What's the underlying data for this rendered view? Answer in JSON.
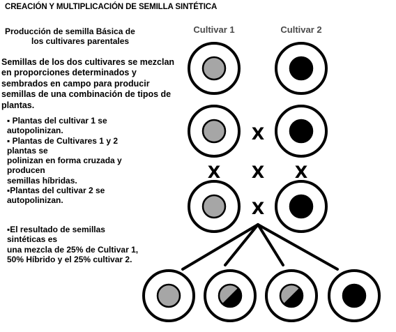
{
  "title": "CREACIÓN Y MULTIPLICACIÓN DE SEMILLA SINTÉTICA",
  "subtitle": [
    "Producción de semilla Básica de",
    "los cultivares parentales"
  ],
  "description": [
    "Semillas de los dos cultivares se mezclan",
    "en proporciones determinados y",
    "sembrados en campo para producir",
    "semillas de una combinación de tipos de",
    "plantas."
  ],
  "bullets": [
    "▪ Plantas del cultivar 1 se",
    "autopolinizan.",
    "▪ Plantas de Cultivares 1 y 2",
    "plantas se",
    "polinizan en forma cruzada y",
    "producen",
    "semillas híbridas.",
    "▪Plantas del cultivar 2 se",
    "autopolinizan."
  ],
  "result": [
    "▪El resultado de semillas",
    "sintéticas es",
    " una mezcla de 25% de Cultivar 1,",
    " 50% Híbrido y el 25% cultivar 2."
  ],
  "diagram": {
    "column_labels": [
      "Cultivar 1",
      "Cultivar 2"
    ],
    "cross_symbol": "X",
    "colors": {
      "cultivar1": "#a6a6a6",
      "cultivar2": "#000000",
      "ring": "#000000"
    },
    "parent_rows": [
      {
        "left": "cultivar1",
        "right": "cultivar2",
        "cross": false
      },
      {
        "left": "cultivar1",
        "right": "cultivar2",
        "cross": true
      },
      {
        "left": "cultivar1",
        "right": "cultivar2",
        "cross": true
      }
    ],
    "offspring": [
      "cultivar1",
      "hybrid",
      "hybrid",
      "cultivar2"
    ]
  }
}
